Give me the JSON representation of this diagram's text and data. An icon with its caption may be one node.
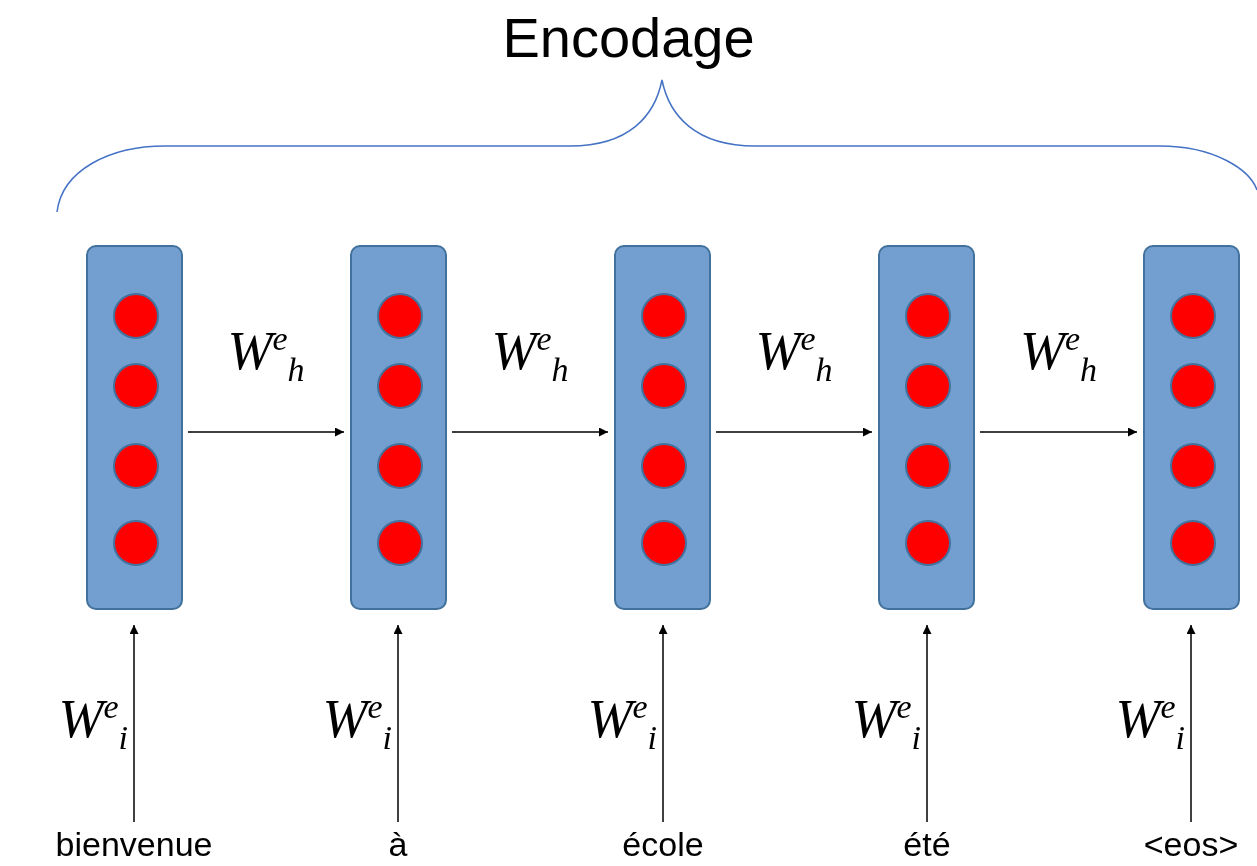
{
  "diagram": {
    "title": "Encodage",
    "nodes": [
      {
        "text": [],
        "shape": "box"
      },
      {
        "text": [],
        "shape": "circle",
        "in": 0
      },
      {
        "text": [],
        "shape": "circle",
        "in": 0
      },
      {
        "text": [],
        "shape": "circle",
        "in": 0
      },
      {
        "text": [],
        "shape": "circle",
        "in": 0
      },
      {
        "text": [],
        "shape": "box"
      },
      {
        "text": [],
        "shape": "circle",
        "in": 5
      },
      {
        "text": [],
        "shape": "circle",
        "in": 5
      },
      {
        "text": [],
        "shape": "circle",
        "in": 5
      },
      {
        "text": [],
        "shape": "circle",
        "in": 5
      },
      {
        "text": [],
        "shape": "box"
      },
      {
        "text": [],
        "shape": "circle",
        "in": 10
      },
      {
        "text": [],
        "shape": "circle",
        "in": 10
      },
      {
        "text": [],
        "shape": "circle",
        "in": 10
      },
      {
        "text": [],
        "shape": "circle",
        "in": 10
      },
      {
        "text": [],
        "shape": "box"
      },
      {
        "text": [],
        "shape": "circle",
        "in": 15
      },
      {
        "text": [],
        "shape": "circle",
        "in": 15
      },
      {
        "text": [],
        "shape": "circle",
        "in": 15
      },
      {
        "text": [],
        "shape": "circle",
        "in": 15
      },
      {
        "text": [],
        "shape": "box"
      },
      {
        "text": [],
        "shape": "circle",
        "in": 20
      },
      {
        "text": [],
        "shape": "circle",
        "in": 20
      },
      {
        "text": [],
        "shape": "circle",
        "in": 20
      },
      {
        "text": [],
        "shape": "circle",
        "in": 20
      },
      {
        "text": [
          "bienvenue"
        ]
      },
      {
        "text": [
          "à"
        ]
      },
      {
        "text": [
          "école"
        ]
      },
      {
        "text": [
          "été"
        ]
      },
      {
        "text": [
          "<eos>"
        ]
      }
    ],
    "edges": [
      {
        "from": 0,
        "to": 5,
        "arrow": "to",
        "label": "W$^{e}$$_{h}$"
      },
      {
        "from": 5,
        "to": 10,
        "arrow": "to",
        "label": "W$^{e}$$_{h}$"
      },
      {
        "from": 10,
        "to": 15,
        "arrow": "to",
        "label": "W$^{e}$$_{h}$"
      },
      {
        "from": 15,
        "to": 20,
        "arrow": "to",
        "label": "W$^{e}$$_{h}$"
      },
      {
        "from": 25,
        "to": 0,
        "arrow": "to",
        "label": "W$^{e}$$_{i}$"
      },
      {
        "from": 26,
        "to": 5,
        "arrow": "to",
        "label": "W$^{e}$$_{i}$"
      },
      {
        "from": 27,
        "to": 10,
        "arrow": "to",
        "label": "W$^{e}$$_{i}$"
      },
      {
        "from": 28,
        "to": 15,
        "arrow": "to",
        "label": "W$^{e}$$_{i}$"
      },
      {
        "from": 29,
        "to": 20,
        "arrow": "to",
        "label": "W$^{e}$$_{i}$"
      }
    ]
  }
}
